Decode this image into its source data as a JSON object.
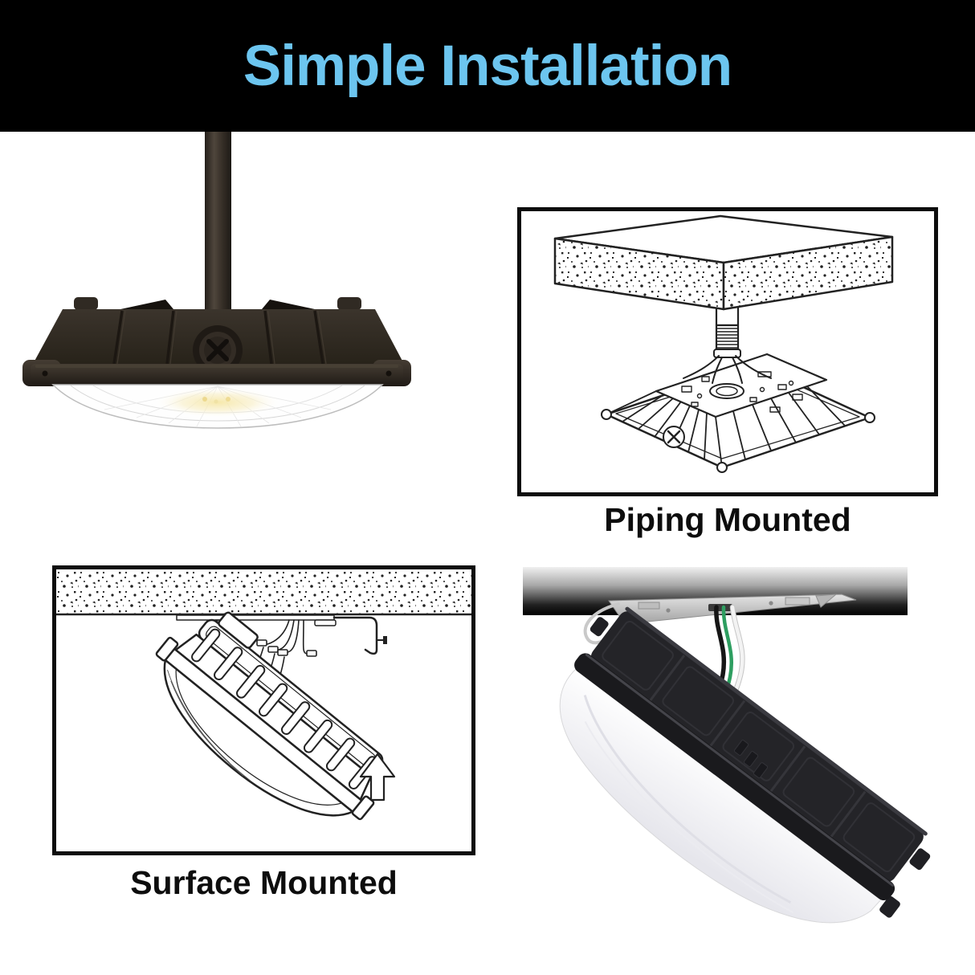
{
  "header": {
    "title": "Simple Installation"
  },
  "panels": {
    "piping": {
      "caption": "Piping Mounted"
    },
    "surface": {
      "caption": "Surface Mounted"
    }
  },
  "colors": {
    "accent": "#6cc5ef",
    "header_bg": "#000000",
    "line": "#222222",
    "fixture_dark": "#2c2620",
    "wire_green": "#2e9e60",
    "text": "#0d0d0d"
  }
}
